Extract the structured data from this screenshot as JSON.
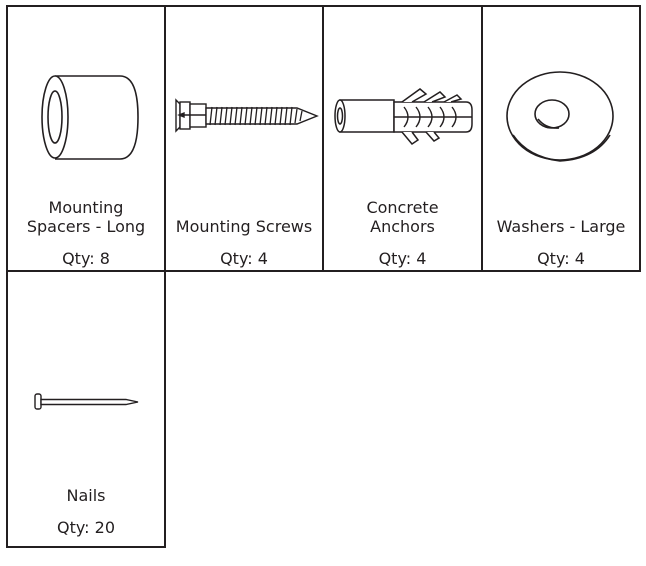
{
  "items": [
    {
      "name_line1": "Mounting",
      "name_line2": "Spacers - Long",
      "qty": "Qty: 8",
      "icon": "spacer-icon"
    },
    {
      "name_line1": "Mounting Screws",
      "qty": "Qty: 4",
      "icon": "screw-icon"
    },
    {
      "name_line1": "Concrete",
      "name_line2": "Anchors",
      "qty": "Qty: 4",
      "icon": "anchor-icon"
    },
    {
      "name_line1": "Washers - Large",
      "qty": "Qty: 4",
      "icon": "washer-icon"
    },
    {
      "name_line1": "Nails",
      "qty": "Qty: 20",
      "icon": "nail-icon"
    }
  ]
}
